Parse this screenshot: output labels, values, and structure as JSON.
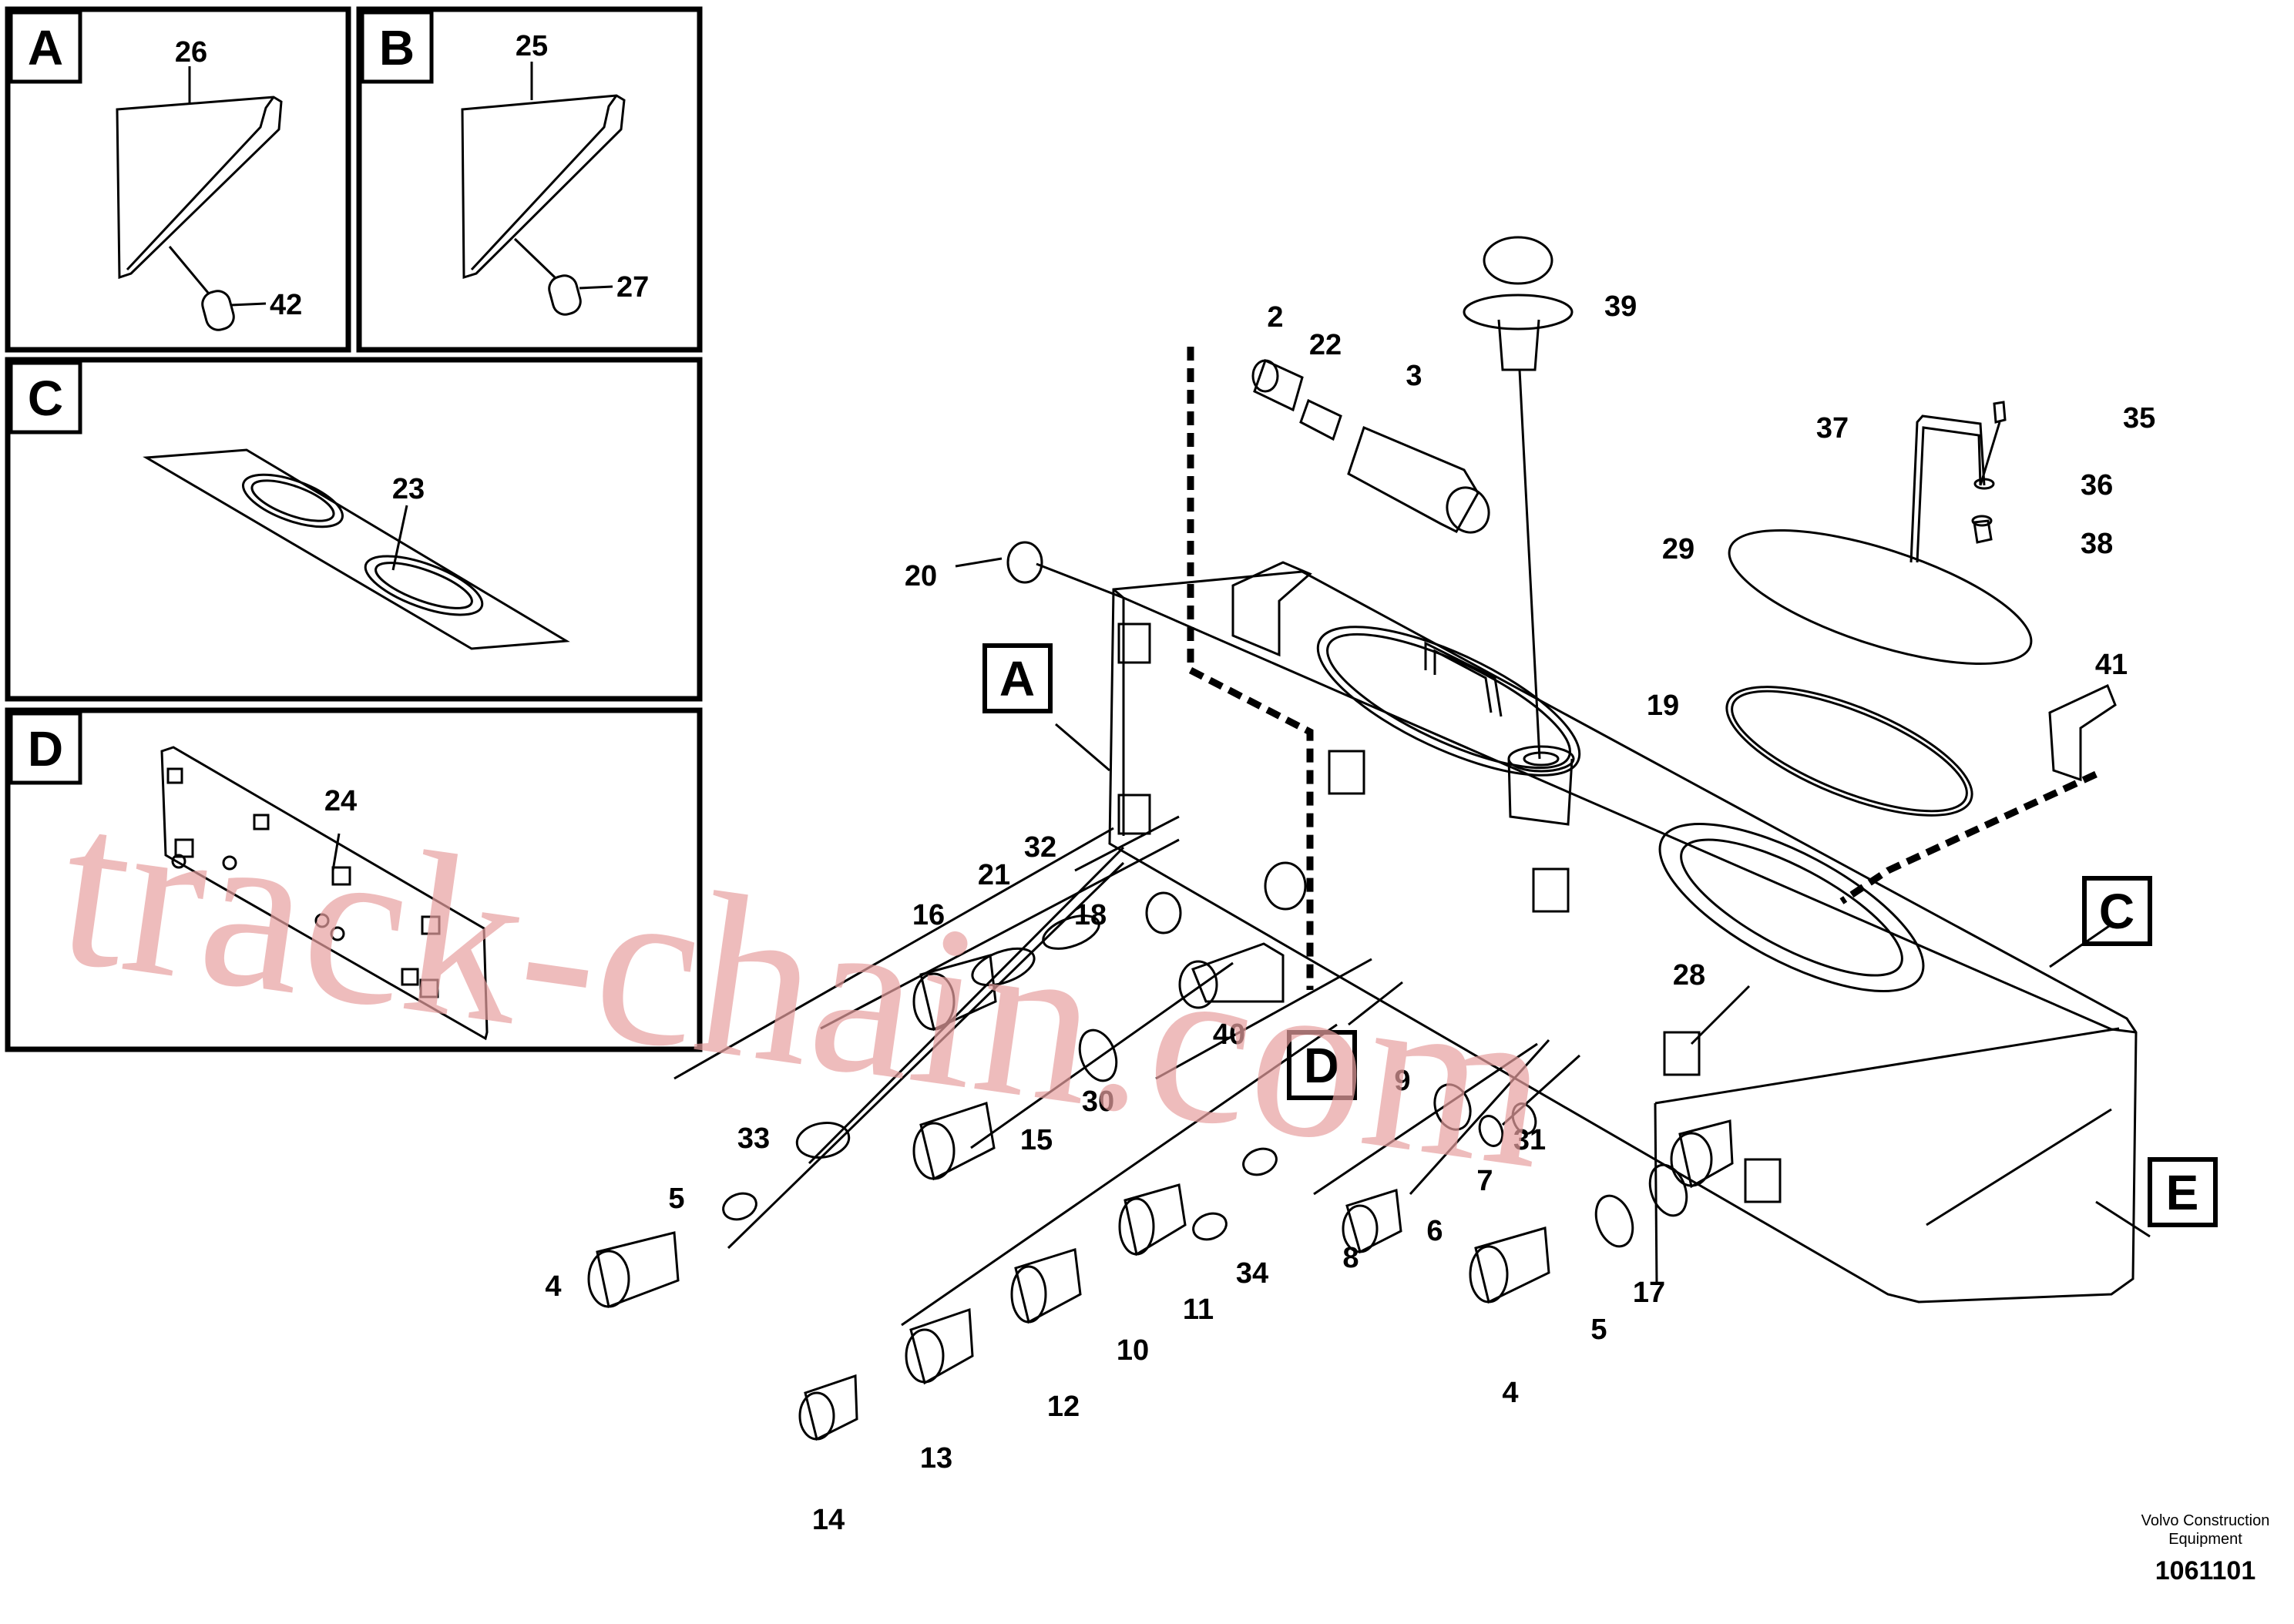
{
  "insets": [
    {
      "letter": "A",
      "parts": [
        "26",
        "42"
      ]
    },
    {
      "letter": "B",
      "parts": [
        "25",
        "27"
      ]
    },
    {
      "letter": "C",
      "parts": [
        "23"
      ]
    },
    {
      "letter": "D",
      "parts": [
        "24"
      ]
    }
  ],
  "callouts": [
    "A",
    "C",
    "D",
    "E"
  ],
  "part_labels": [
    "2",
    "22",
    "3",
    "39",
    "35",
    "37",
    "36",
    "29",
    "38",
    "20",
    "19",
    "41",
    "21",
    "32",
    "16",
    "18",
    "40",
    "28",
    "9",
    "33",
    "15",
    "30",
    "5",
    "7",
    "31",
    "8",
    "6",
    "34",
    "4",
    "17",
    "11",
    "10",
    "12",
    "13",
    "14"
  ],
  "watermark": "track-chain.com",
  "footer": {
    "brand_line1": "Volvo Construction",
    "brand_line2": "Equipment",
    "drawing_number": "1061101"
  },
  "colors": {
    "line": "#000000",
    "watermark": "#e8a0a0",
    "background": "#ffffff"
  }
}
